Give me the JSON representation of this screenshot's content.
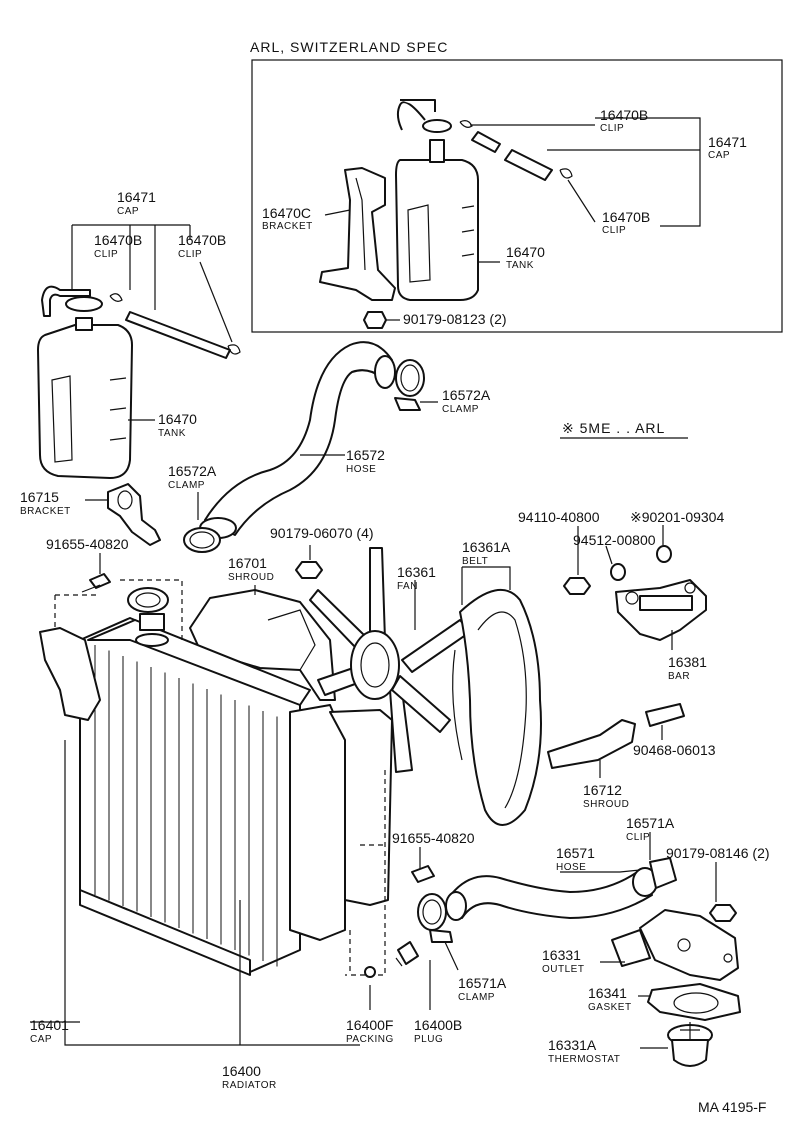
{
  "header": {
    "spec_title": "ARL, SWITZERLAND SPEC",
    "variant_note": "※ 5ME . . ARL"
  },
  "footer": {
    "figure_code": "MA 4195-F"
  },
  "callouts": [
    {
      "id": "inset-16470b-top",
      "number": "16470B",
      "name": "CLIP"
    },
    {
      "id": "inset-16471",
      "number": "16471",
      "name": "CAP"
    },
    {
      "id": "inset-16470c",
      "number": "16470C",
      "name": "BRACKET"
    },
    {
      "id": "inset-16470b-bottom",
      "number": "16470B",
      "name": "CLIP"
    },
    {
      "id": "inset-16470",
      "number": "16470",
      "name": "TANK"
    },
    {
      "id": "inset-90179-08123",
      "number": "90179-08123 (2)",
      "name": ""
    },
    {
      "id": "main-16471",
      "number": "16471",
      "name": "CAP"
    },
    {
      "id": "main-16470b-left",
      "number": "16470B",
      "name": "CLIP"
    },
    {
      "id": "main-16470b-right",
      "number": "16470B",
      "name": "CLIP"
    },
    {
      "id": "main-16470",
      "number": "16470",
      "name": "TANK"
    },
    {
      "id": "main-16572a-upper",
      "number": "16572A",
      "name": "CLAMP"
    },
    {
      "id": "main-16572",
      "number": "16572",
      "name": "HOSE"
    },
    {
      "id": "main-16572a-lower",
      "number": "16572A",
      "name": "CLAMP"
    },
    {
      "id": "main-16715",
      "number": "16715",
      "name": "BRACKET"
    },
    {
      "id": "main-91655-40820-top",
      "number": "91655-40820",
      "name": ""
    },
    {
      "id": "main-90179-06070",
      "number": "90179-06070 (4)",
      "name": ""
    },
    {
      "id": "main-16701",
      "number": "16701",
      "name": "SHROUD"
    },
    {
      "id": "main-16361",
      "number": "16361",
      "name": "FAN"
    },
    {
      "id": "main-16361a",
      "number": "16361A",
      "name": "BELT"
    },
    {
      "id": "main-94110-40800",
      "number": "94110-40800",
      "name": ""
    },
    {
      "id": "main-90201-09304",
      "number": "※90201-09304",
      "name": ""
    },
    {
      "id": "main-94512-00800",
      "number": "94512-00800",
      "name": ""
    },
    {
      "id": "main-16381",
      "number": "16381",
      "name": "BAR"
    },
    {
      "id": "main-90468-06013",
      "number": "90468-06013",
      "name": ""
    },
    {
      "id": "main-16712",
      "number": "16712",
      "name": "SHROUD"
    },
    {
      "id": "main-16571a-upper",
      "number": "16571A",
      "name": "CLIP"
    },
    {
      "id": "main-90179-08146",
      "number": "90179-08146 (2)",
      "name": ""
    },
    {
      "id": "main-91655-40820-bottom",
      "number": "91655-40820",
      "name": ""
    },
    {
      "id": "main-16571",
      "number": "16571",
      "name": "HOSE"
    },
    {
      "id": "main-16331",
      "number": "16331",
      "name": "OUTLET"
    },
    {
      "id": "main-16341",
      "number": "16341",
      "name": "GASKET"
    },
    {
      "id": "main-16571a-lower",
      "number": "16571A",
      "name": "CLAMP"
    },
    {
      "id": "main-16401",
      "number": "16401",
      "name": "CAP"
    },
    {
      "id": "main-16400f",
      "number": "16400F",
      "name": "PACKING"
    },
    {
      "id": "main-16400b",
      "number": "16400B",
      "name": "PLUG"
    },
    {
      "id": "main-16331a",
      "number": "16331A",
      "name": "THERMOSTAT"
    },
    {
      "id": "main-16400",
      "number": "16400",
      "name": "RADIATOR"
    }
  ]
}
